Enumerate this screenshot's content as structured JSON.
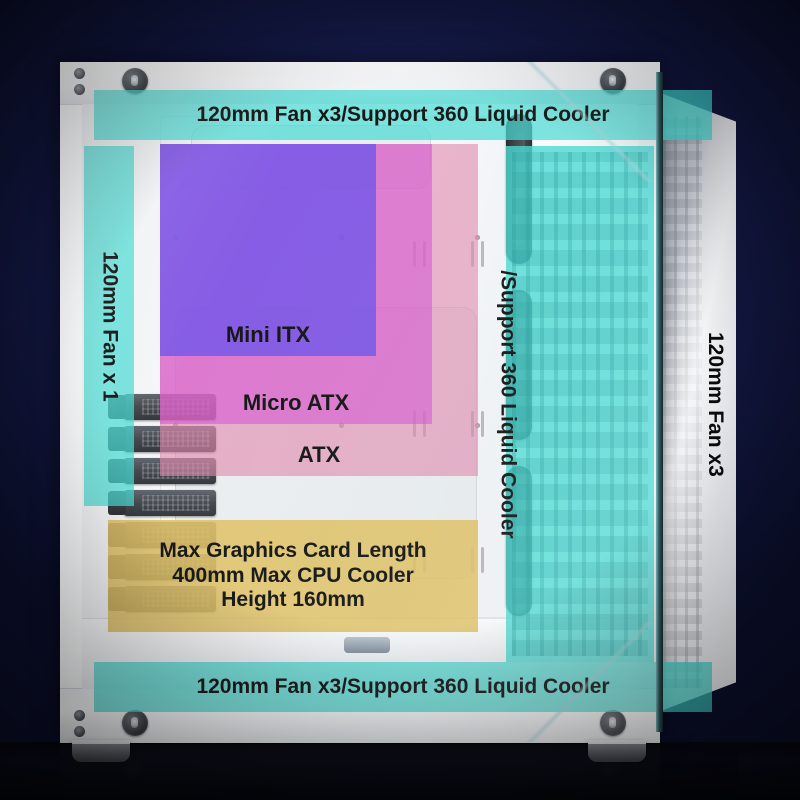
{
  "product": {
    "type": "pc-case-cutaway-diagram",
    "view": "front-left-interior"
  },
  "annotations": {
    "top_fan_banner": "120mm Fan x3/Support 360 Liquid Cooler",
    "bottom_fan_banner": "120mm Fan x3/Support 360 Liquid Cooler",
    "left_fan_label": "120mm Fan x 1",
    "right_fan_label_line1": "120mm Fan x3",
    "right_fan_label_line2": "/Support 360 Liquid Cooler",
    "motherboard": {
      "itx": "Mini ITX",
      "matx": "Micro ATX",
      "atx": "ATX"
    },
    "clearance": {
      "line1": "Max Graphics Card Length",
      "line2": "400mm Max CPU Cooler",
      "line3": "Height 160mm"
    }
  },
  "colors": {
    "background_navy": "#121741",
    "cyan_overlay": "#40d8d0",
    "itx_purple": "#5c48eb",
    "matx_magenta": "#d446d4",
    "atx_pink": "#e082aa",
    "gpu_yellow": "#dfbe5f",
    "chassis_white": "#ffffff",
    "text_black": "#0a0a0a"
  }
}
